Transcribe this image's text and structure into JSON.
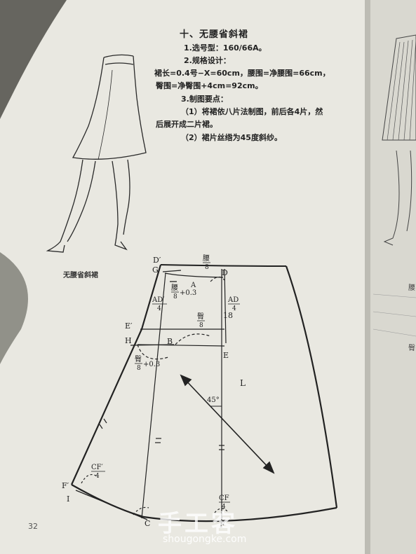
{
  "header": {
    "title": "十、无腰省斜裙",
    "lines": [
      "1.选号型：160/66A。",
      "2.规格设计：",
      "裙长=0.4号−X=60cm，腰围=净腰围=66cm，",
      "臀围=净臀围+4cm=92cm。",
      "3.制图要点：",
      "（1）将裙依八片法制图，前后各4片，然",
      "后展开成二片裙。",
      "（2）裙片丝绺为45度斜纱。"
    ]
  },
  "figure": {
    "caption": "无腰省斜裙",
    "labels": {
      "D_prime": "D′",
      "G": "G",
      "D": "D",
      "A": "A",
      "E_prime": "E′",
      "H": "H",
      "B": "B",
      "E": "E",
      "L": "L",
      "F_prime": "F′",
      "I": "I",
      "C": "C",
      "F": "F",
      "n18": "18",
      "angle": "45°",
      "waist_char": "腰",
      "hip_char": "臀",
      "eight": "8",
      "four": "4",
      "plus03": "+0.3",
      "AD_prime": "AD′",
      "AD": "AD",
      "CF_prime": "CF′",
      "CF": "CF"
    }
  },
  "right_page": {
    "text1": "腰",
    "text2": "臀"
  },
  "page_number": "32",
  "watermark": {
    "text": "手工客",
    "url": "shougongke.com"
  }
}
